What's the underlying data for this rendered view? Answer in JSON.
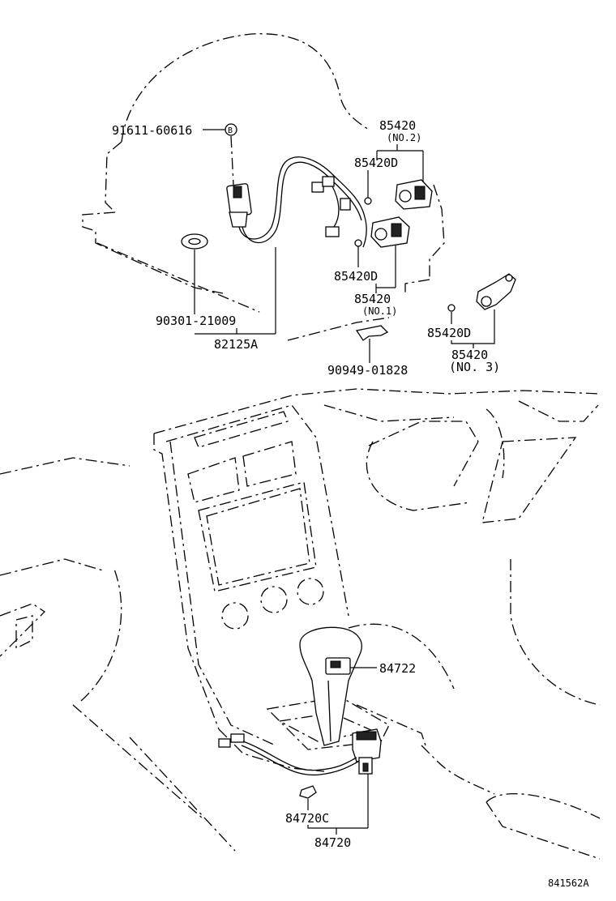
{
  "diagram_id": "841562A",
  "labels": {
    "p91611": "91611-60616",
    "bolt_badge": "B",
    "p85420_no2": "85420",
    "no2": "(NO.2)",
    "p85420d_top": "85420D",
    "p85420d_mid": "85420D",
    "p85420_no1": "85420",
    "no1": "(NO.1)",
    "p90301": "90301-21009",
    "p82125a": "82125A",
    "p90949": "90949-01828",
    "p85420d_right": "85420D",
    "p85420_no3": "85420",
    "no3": "(NO. 3)",
    "p84722": "84722",
    "p84720c": "84720C",
    "p84720": "84720"
  }
}
